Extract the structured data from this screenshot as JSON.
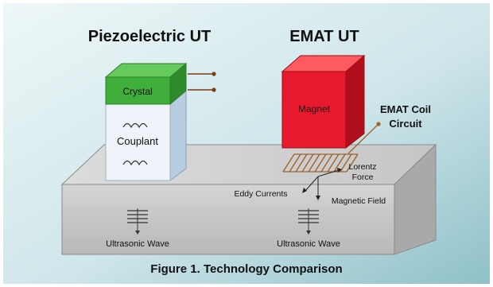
{
  "figure": {
    "caption": "Figure 1. Technology Comparison",
    "colors": {
      "background_light": "#e6f2f4",
      "background_dark": "#9cc6ce",
      "crystal": "#3fae3a",
      "couplant": "#eef4fa",
      "magnet": "#e8192c",
      "block": "#c9c9c9",
      "coil": "#a0622c"
    }
  },
  "piezo": {
    "title": "Piezoelectric UT",
    "crystal_label": "Crystal",
    "couplant_label": "Couplant",
    "wave_label": "Ultrasonic Wave"
  },
  "emat": {
    "title": "EMAT UT",
    "magnet_label": "Magnet",
    "coil_label_line1": "EMAT Coil",
    "coil_label_line2": "Circuit",
    "lorentz_line1": "Lorentz",
    "lorentz_line2": "Force",
    "eddy_label": "Eddy Currents",
    "magnetic_label": "Magnetic Field",
    "wave_label": "Ultrasonic Wave"
  }
}
